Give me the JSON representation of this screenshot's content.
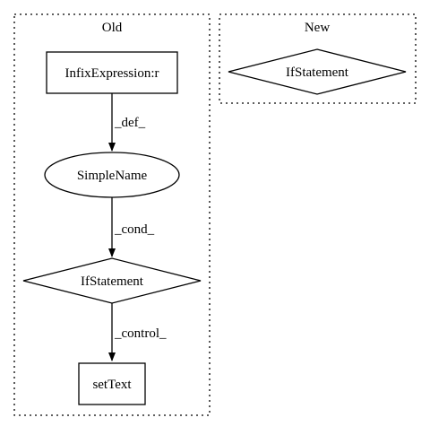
{
  "clusters": {
    "old": {
      "label": "Old"
    },
    "new": {
      "label": "New"
    }
  },
  "nodes": {
    "infix": {
      "label": "InfixExpression:r",
      "shape": "box"
    },
    "simplename": {
      "label": "SimpleName",
      "shape": "ellipse"
    },
    "ifstatement_old": {
      "label": "IfStatement",
      "shape": "diamond"
    },
    "settext": {
      "label": "setText",
      "shape": "box"
    },
    "ifstatement_new": {
      "label": "IfStatement",
      "shape": "diamond"
    }
  },
  "edges": {
    "def": {
      "label": "_def_",
      "from": "InfixExpression:r",
      "to": "SimpleName"
    },
    "cond": {
      "label": "_cond_",
      "from": "SimpleName",
      "to": "IfStatement"
    },
    "control": {
      "label": "_control_",
      "from": "IfStatement",
      "to": "setText"
    }
  },
  "colors": {
    "stroke": "#000000",
    "background": "#ffffff"
  }
}
